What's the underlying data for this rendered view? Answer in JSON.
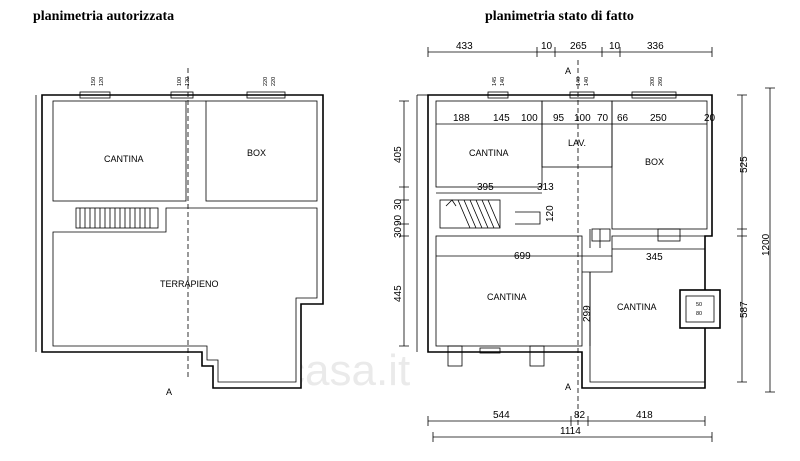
{
  "titles": {
    "left": "planimetria autorizzata",
    "right": "planimetria stato di fatto"
  },
  "watermark": "casa.it",
  "left_plan": {
    "rooms": {
      "cantina": "CANTINA",
      "box": "BOX",
      "terrapieno": "TERRAPIENO"
    },
    "section_mark": "A",
    "window_labels": [
      "150",
      "120",
      "100",
      "120",
      "220",
      "220"
    ]
  },
  "right_plan": {
    "rooms": {
      "cantina_top": "CANTINA",
      "lav": "LAV.",
      "box": "BOX",
      "cantina_bottom_left": "CANTINA",
      "cantina_bottom_right": "CANTINA"
    },
    "section_mark_top": "A",
    "section_mark_bottom": "A",
    "window_labels": [
      "145",
      "140",
      "140",
      "140",
      "200",
      "260"
    ],
    "top_dims": [
      "433",
      "10",
      "265",
      "10",
      "336"
    ],
    "inner_top_dims": [
      "188",
      "145",
      "100",
      "95",
      "100",
      "70",
      "66",
      "250",
      "20"
    ],
    "inner_dims": [
      "395",
      "313",
      "120",
      "699",
      "345",
      "299"
    ],
    "left_dims": [
      "405",
      "30",
      "90",
      "30",
      "445"
    ],
    "right_dims": [
      "525",
      "587",
      "1200"
    ],
    "bottom_dims": [
      "544",
      "82",
      "418"
    ],
    "total_width": "1114",
    "niche_labels": [
      "50",
      "80"
    ]
  }
}
